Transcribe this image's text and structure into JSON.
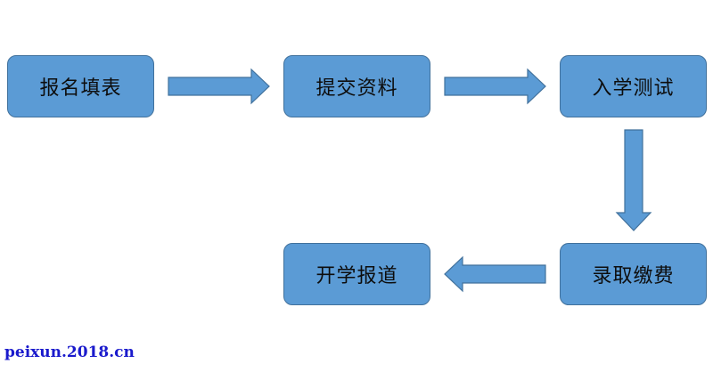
{
  "flowchart": {
    "steps": [
      {
        "label": "报名填表"
      },
      {
        "label": "提交资料"
      },
      {
        "label": "入学测试"
      },
      {
        "label": "录取缴费"
      },
      {
        "label": "开学报道"
      }
    ]
  },
  "watermark": "peixun.2018.cn",
  "colors": {
    "box_fill": "#5b9bd5",
    "box_border": "#41719c",
    "watermark_text": "#1a1acc"
  }
}
